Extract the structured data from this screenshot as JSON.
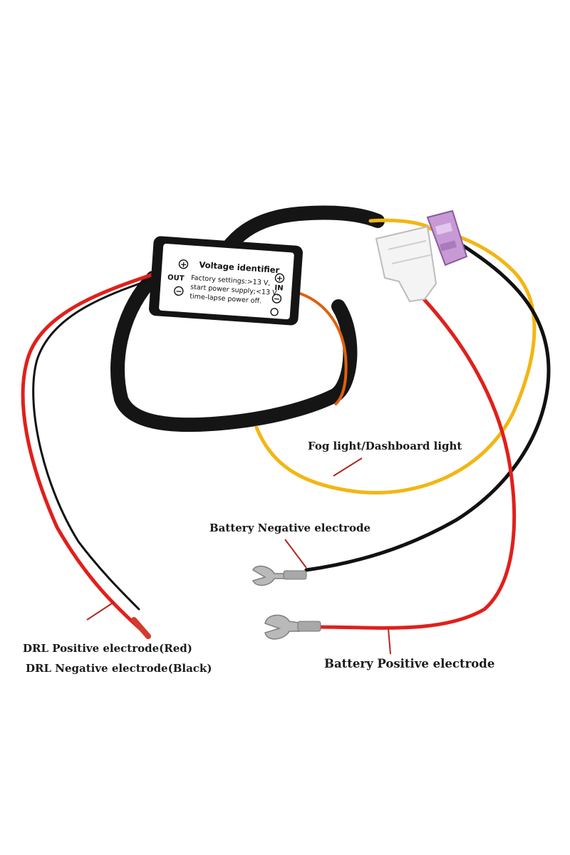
{
  "module": {
    "title": "Voltage identifier",
    "out_label": "OUT",
    "in_label": "IN",
    "plus_glyph": "+",
    "minus_glyph": "−",
    "line1": "Factory settings:>13 V,",
    "line2": "start power supply;<13 V,",
    "line3": "time-lapse power off."
  },
  "callouts": {
    "fog": "Fog light/Dashboard light",
    "battery_negative": "Battery Negative electrode",
    "drl_positive": "DRL Positive electrode(Red)",
    "drl_negative": "DRL Negative electrode(Black)",
    "battery_positive": "Battery Positive electrode"
  },
  "colors": {
    "red_wire": "#e0201c",
    "black_wire": "#111111",
    "yellow_wire": "#f2b614",
    "fuse": "#c79ad6",
    "leader": "#b5261e"
  }
}
